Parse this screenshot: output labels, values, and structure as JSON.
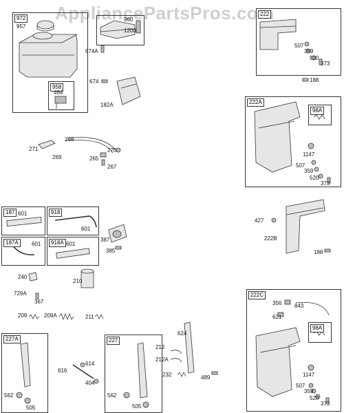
{
  "watermark": "AppliancePartsPros.com",
  "groups": {
    "g972": "972",
    "g958": "958",
    "g187": "187",
    "g918": "918",
    "g187a": "187A",
    "g918a": "918A",
    "g227a": "227A",
    "g227": "227",
    "g222": "222",
    "g222a": "222A",
    "g98a_1": "98A",
    "g222c": "222C",
    "g98a_2": "98A"
  },
  "parts": {
    "p957": "957",
    "p464": "464",
    "p674a": "674A",
    "p1200": "1200",
    "p960": "960",
    "p674": "674",
    "p182a": "182A",
    "p271": "271",
    "p269": "269",
    "p268": "268",
    "p265": "265",
    "p270": "270",
    "p267": "267",
    "p601a": "601",
    "p601b": "601",
    "p601c": "601",
    "p601d": "601",
    "p387": "387",
    "p385": "385",
    "p240": "240",
    "p210": "210",
    "p729a": "729A",
    "p367": "367",
    "p209": "209",
    "p209a": "209A",
    "p211": "211",
    "p562a": "562",
    "p505a": "505",
    "p616": "616",
    "p614": "614",
    "p404": "404",
    "p562b": "562",
    "p505b": "505",
    "p624": "624",
    "p212": "212",
    "p212a": "212A",
    "p232": "232",
    "p489": "489",
    "p507a": "507",
    "p359a": "359",
    "p520a": "520",
    "p373a": "373",
    "p188a": "188",
    "p1147a": "1147",
    "p507b": "507",
    "p359b": "359",
    "p520b": "520",
    "p373b": "373",
    "p427": "427",
    "p222b": "222B",
    "p188b": "188",
    "p356": "356",
    "p843": "843",
    "p621": "621",
    "p1147b": "1147",
    "p507c": "507",
    "p359c": "359",
    "p520c": "520",
    "p373c": "373"
  }
}
